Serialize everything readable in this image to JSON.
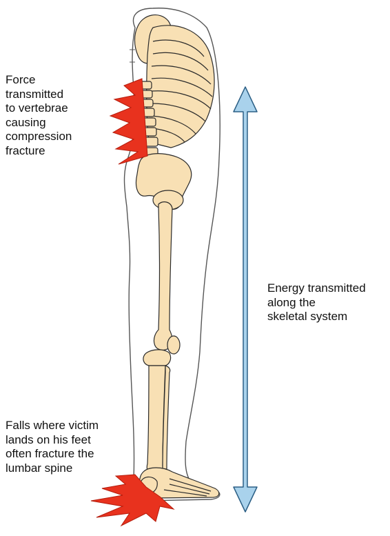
{
  "captions": {
    "force_top": "Force\ntransmitted\nto vertebrae\ncausing\ncompression\nfracture",
    "energy": "Energy transmitted\nalong the\nskeletal system",
    "falls": "Falls where victim\nlands on his feet\noften fracture the\nlumbar spine"
  },
  "colors": {
    "bone_fill": "#f8e0b4",
    "bone_outline": "#2a2a2a",
    "impact_red": "#e8321e",
    "arrow_fill": "#a9d2ec",
    "arrow_outline": "#2b5f85",
    "body_outline": "#555555"
  },
  "icons": {
    "impact_top": "impact-burst-icon",
    "impact_feet": "impact-burst-icon",
    "energy_arrow": "double-headed-arrow-icon"
  }
}
